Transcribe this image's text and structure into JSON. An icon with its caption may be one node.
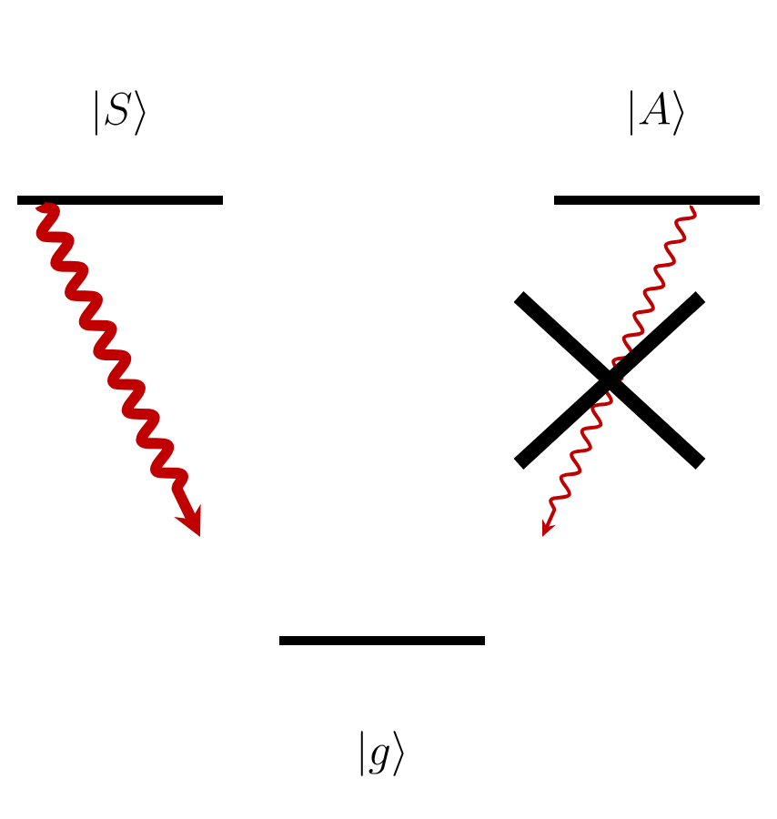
{
  "diagram": {
    "nodes": [
      {
        "text": [
          "|S\\rangle"
        ]
      },
      {
        "text": [
          "|A\\rangle"
        ]
      },
      {
        "text": [
          "|g\\rangle"
        ]
      }
    ],
    "edges": [
      {
        "from": 0,
        "to": null,
        "arrow": "to",
        "style": "thick",
        "color": "#c00000"
      },
      {
        "from": 1,
        "to": null,
        "arrow": "to",
        "color": "#c00000"
      }
    ]
  }
}
